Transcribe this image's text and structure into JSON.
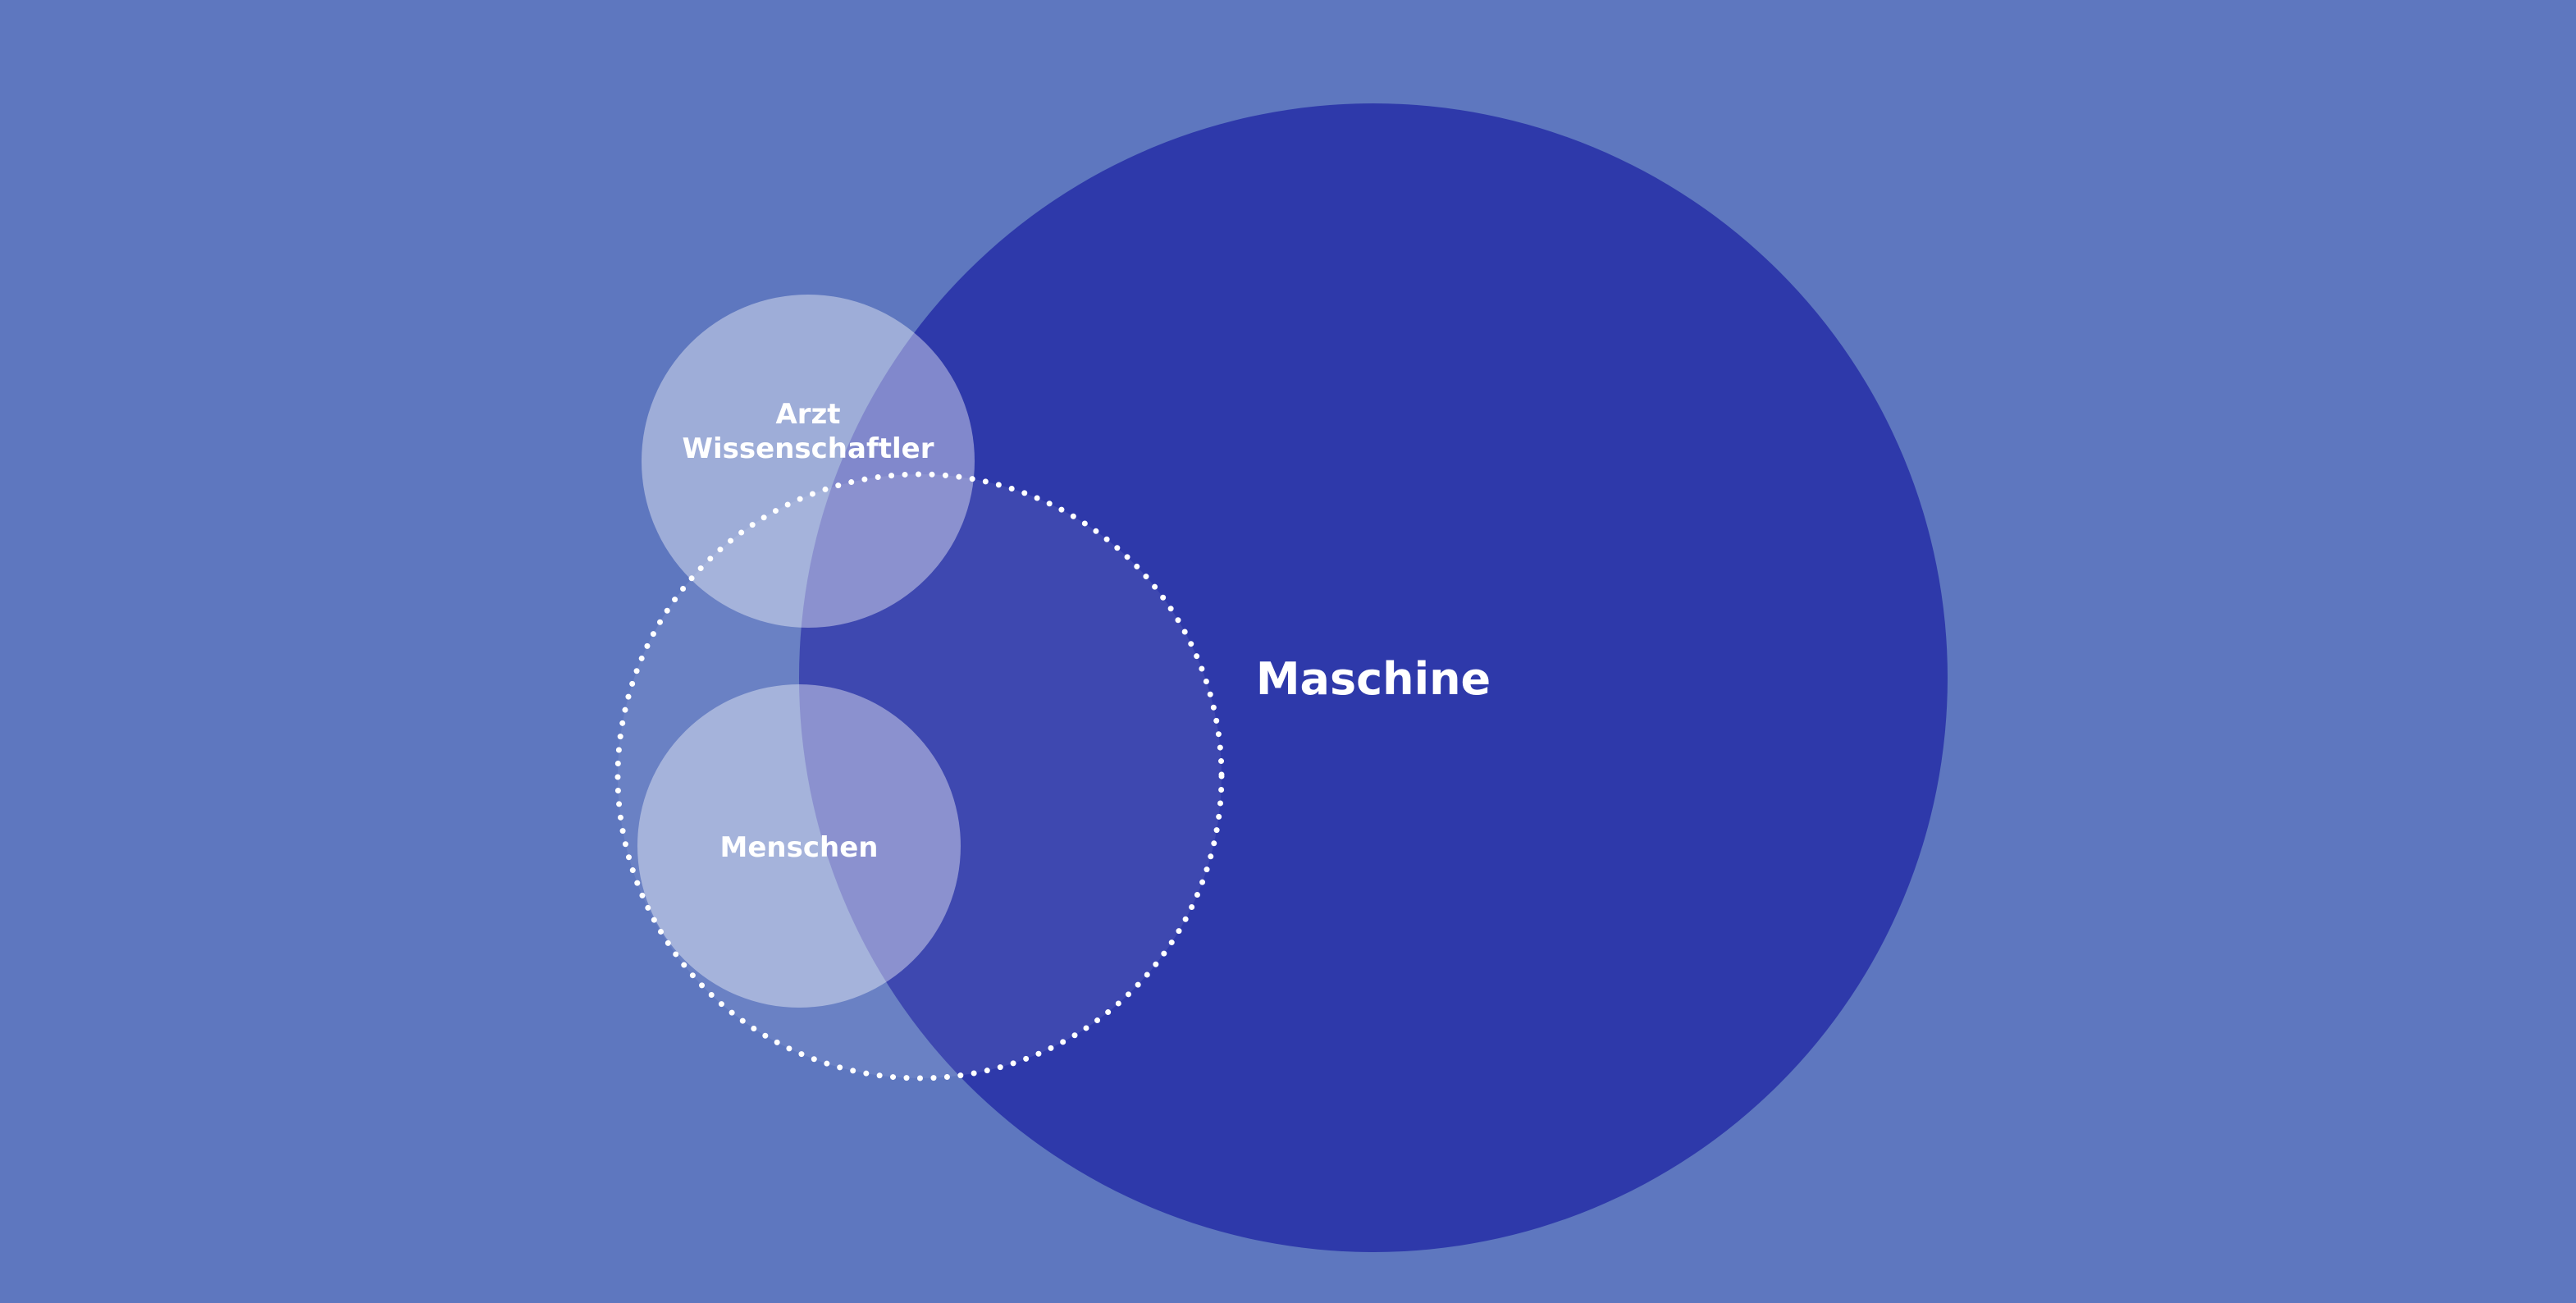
{
  "diagram": {
    "colors": {
      "background": "#5e77bf",
      "machine": "#2e39aa",
      "small_circle": "#ffffff",
      "dotted_outline": "#ffffff"
    },
    "machine_label": "Maschine",
    "doctor_scientist_label_line1": "Arzt",
    "doctor_scientist_label_line2": "Wissenschaftler",
    "humans_label": "Menschen"
  }
}
